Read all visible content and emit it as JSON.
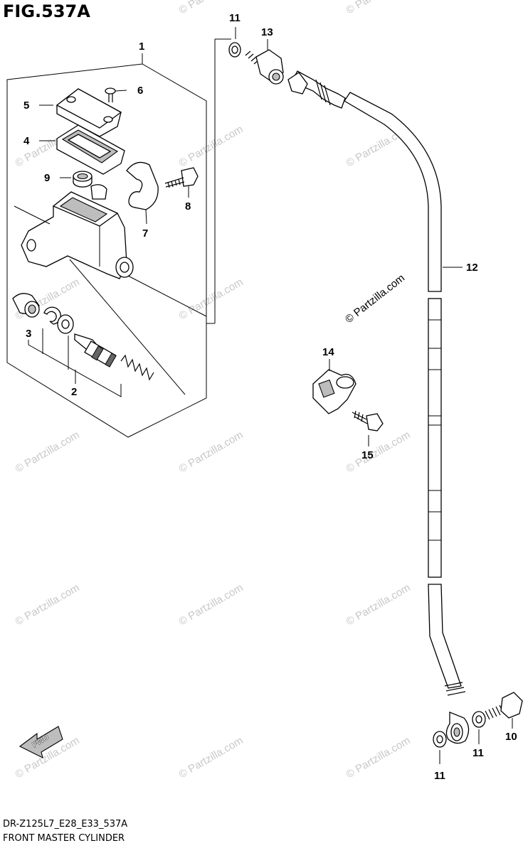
{
  "figure": {
    "title": "FIG.537A"
  },
  "callouts": [
    {
      "id": "1",
      "label": "1"
    },
    {
      "id": "2",
      "label": "2"
    },
    {
      "id": "3",
      "label": "3"
    },
    {
      "id": "4",
      "label": "4"
    },
    {
      "id": "5",
      "label": "5"
    },
    {
      "id": "6",
      "label": "6"
    },
    {
      "id": "7",
      "label": "7"
    },
    {
      "id": "8",
      "label": "8"
    },
    {
      "id": "9",
      "label": "9"
    },
    {
      "id": "10",
      "label": "10"
    },
    {
      "id": "11a",
      "label": "11"
    },
    {
      "id": "11b",
      "label": "11"
    },
    {
      "id": "11c",
      "label": "11"
    },
    {
      "id": "12",
      "label": "12"
    },
    {
      "id": "13",
      "label": "13"
    },
    {
      "id": "14",
      "label": "14"
    },
    {
      "id": "15",
      "label": "15"
    }
  ],
  "fwd_label": "FWD",
  "watermark": {
    "text": "© Partzilla.com",
    "color": "#c8c8c8"
  },
  "footer": {
    "code": "DR-Z125L7_E28_E33_537A",
    "name": "FRONT MASTER CYLINDER"
  }
}
